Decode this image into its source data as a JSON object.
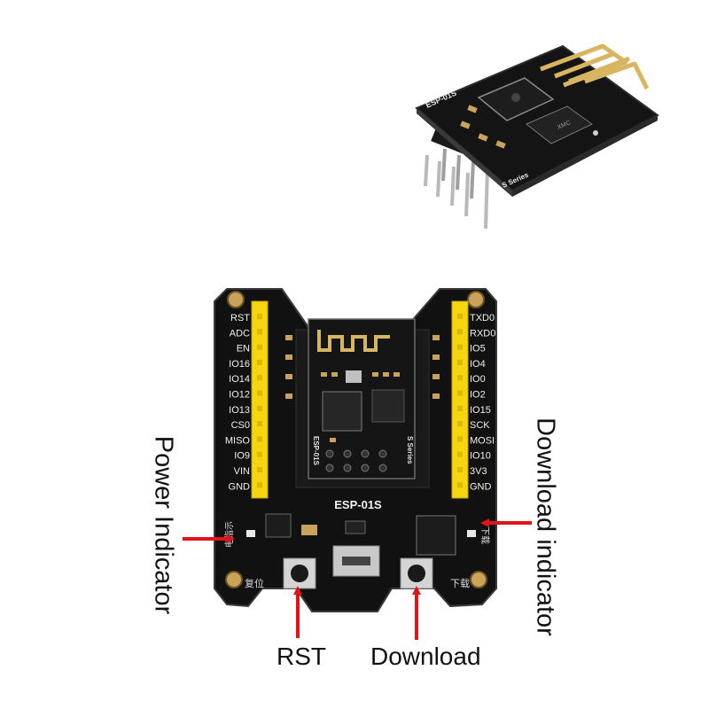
{
  "module": {
    "silkscreen": "ESP-01S",
    "series": "S Series",
    "chip_brand": "XMC"
  },
  "board": {
    "label": "ESP-01S",
    "pins_left": [
      "RST",
      "ADC",
      "EN",
      "IO16",
      "IO14",
      "IO12",
      "IO13",
      "CS0",
      "MISO",
      "IO9",
      "VIN",
      "GND"
    ],
    "pins_right": [
      "TXD0",
      "RXD0",
      "IO5",
      "IO4",
      "IO0",
      "IO2",
      "IO15",
      "SCK",
      "MOSI",
      "IO10",
      "3V3",
      "GND"
    ],
    "label_power": "电指示",
    "label_reset": "复位",
    "label_download_btn": "下载",
    "label_download_led": "下载"
  },
  "callouts": {
    "power": "Power Indicator",
    "download_indicator": "Download indicator",
    "rst": "RST",
    "download": "Download"
  },
  "colors": {
    "pcb": "#111111",
    "header": "#f5d410",
    "arrow": "#e0151b",
    "copper": "#c9a35a",
    "gold": "#d8b560"
  }
}
